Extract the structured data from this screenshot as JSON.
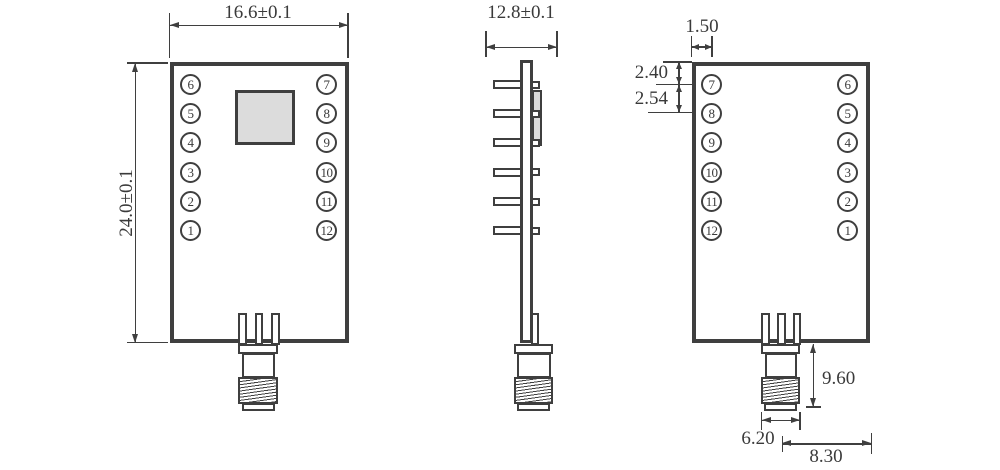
{
  "views": {
    "front": {
      "width_dim": "16.6±0.1",
      "height_dim": "24.0±0.1",
      "left_pins": [
        "6",
        "5",
        "4",
        "3",
        "2",
        "1"
      ],
      "right_pins": [
        "7",
        "8",
        "9",
        "10",
        "11",
        "12"
      ]
    },
    "side": {
      "width_dim": "12.8±0.1"
    },
    "back": {
      "edge_to_pin_dim": "1.50",
      "top_to_pin_dim": "2.40",
      "pin_pitch_dim": "2.54",
      "connector_length_dim": "9.60",
      "connector_width_dim": "6.20",
      "connector_to_edge_dim": "8.30",
      "left_pins": [
        "7",
        "8",
        "9",
        "10",
        "11",
        "12"
      ],
      "right_pins": [
        "6",
        "5",
        "4",
        "3",
        "2",
        "1"
      ]
    }
  },
  "colors": {
    "line": "#3f3f3f",
    "chip_fill": "#dcdcdc",
    "background": "#ffffff"
  }
}
